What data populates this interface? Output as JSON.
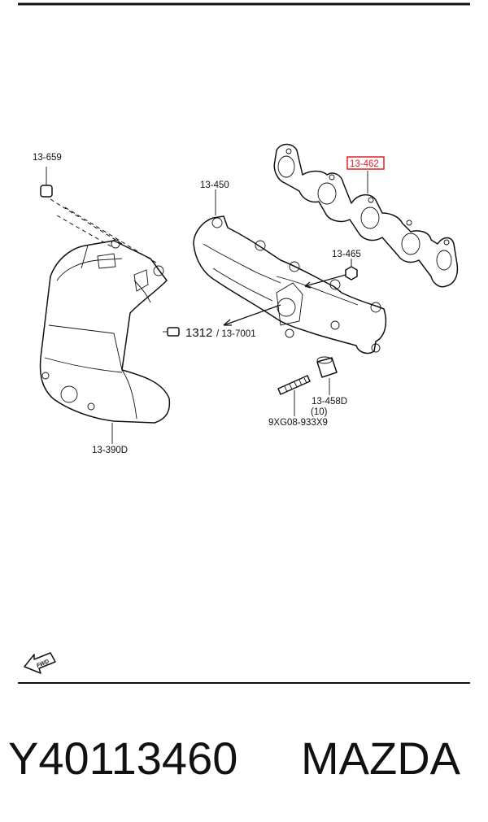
{
  "diagram": {
    "labels": {
      "p13_659": "13-659",
      "p13_450": "13-450",
      "p13_462": "13-462",
      "p13_465": "13-465",
      "p1312": "1312",
      "p13_7001": "/ 13-7001",
      "p13_458d": "13-458D",
      "p13_458d_qty": "(10)",
      "p9xg08": "9XG08-933X9",
      "p13_390d": "13-390D",
      "fwd": "FWD"
    },
    "highlight_color": "#e02020"
  },
  "footer": {
    "part_number": "Y40113460",
    "brand": "MAZDA"
  }
}
